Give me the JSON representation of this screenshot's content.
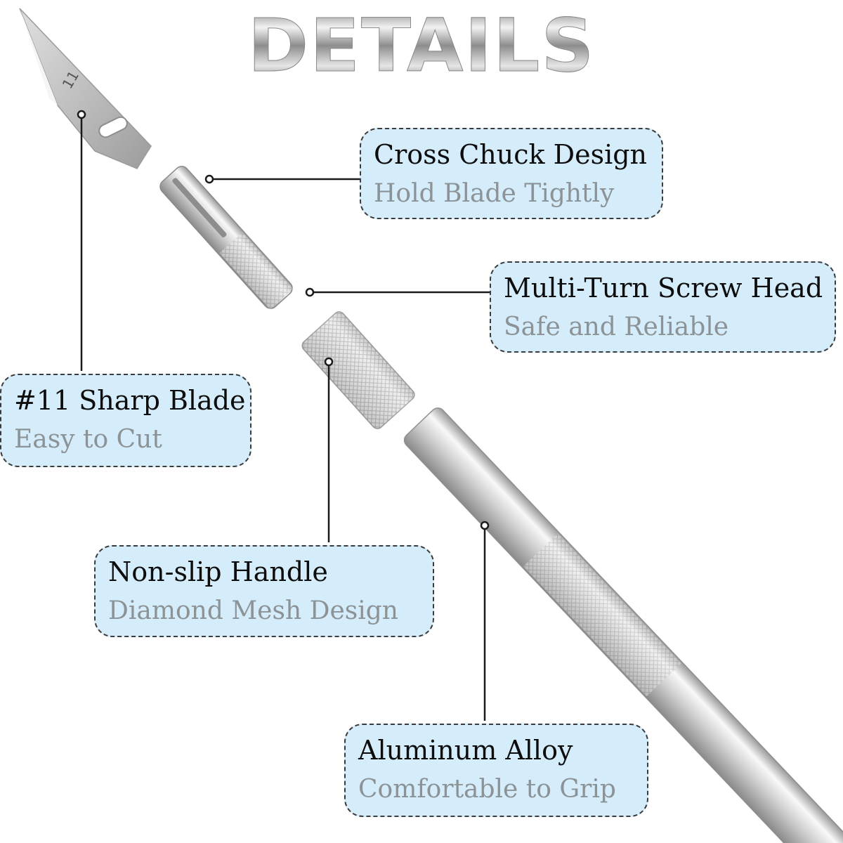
{
  "title": "DETAILS",
  "blade_number": "11",
  "callouts": [
    {
      "id": "blade",
      "heading": "#11 Sharp Blade",
      "subtitle": "Easy to Cut"
    },
    {
      "id": "chuck",
      "heading": "Cross Chuck Design",
      "subtitle": "Hold Blade Tightly"
    },
    {
      "id": "screw",
      "heading": "Multi-Turn Screw Head",
      "subtitle": "Safe and Reliable"
    },
    {
      "id": "grip",
      "heading": "Non-slip Handle",
      "subtitle": "Diamond Mesh Design"
    },
    {
      "id": "alloy",
      "heading": "Aluminum Alloy",
      "subtitle": "Comfortable to Grip"
    }
  ],
  "colors": {
    "callout_bg": "#d5ecfa",
    "metal_light": "#f4f4f4",
    "metal_dark": "#8f8f8f",
    "subtitle_text": "#8c9397"
  }
}
